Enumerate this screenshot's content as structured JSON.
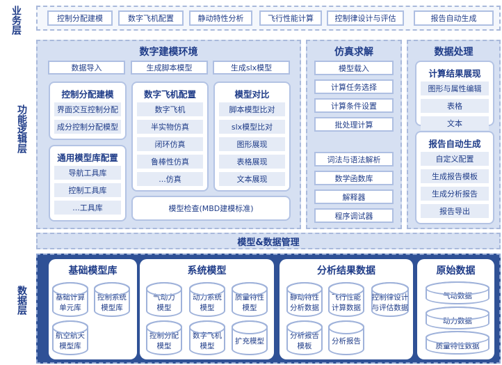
{
  "layers": {
    "business": "业务层",
    "function": "功能逻辑层",
    "data": "数据层"
  },
  "business": [
    "控制分配建模",
    "数字飞机配置",
    "静动特性分析",
    "飞行性能计算",
    "控制律设计与评估",
    "报告自动生成"
  ],
  "modeling": {
    "title": "数字建模环境",
    "top_buttons": [
      "数据导入",
      "生成脚本模型",
      "生成slx模型"
    ],
    "cards": [
      {
        "title": "控制分配建模",
        "items": [
          "界面交互控制分配",
          "成分控制分配模型"
        ]
      },
      {
        "title": "通用模型库配置",
        "items": [
          "导航工具库",
          "控制工具库",
          "...工具库"
        ]
      },
      {
        "title": "数字飞机配置",
        "items": [
          "数字飞机",
          "半实物仿真",
          "闭环仿真",
          "鲁棒性仿真",
          "...仿真"
        ]
      },
      {
        "title": "模型对比",
        "items": [
          "脚本模型比对",
          "slx模型比对",
          "图形展现",
          "表格展现",
          "文本展现"
        ]
      }
    ],
    "check": "模型检查(MBD建模标准)"
  },
  "simulation": {
    "title": "仿真求解",
    "group1": [
      "模型载入",
      "计算任务选择",
      "计算条件设置",
      "批处理计算"
    ],
    "group2": [
      "词法与语法解析",
      "数学函数库",
      "解释器",
      "程序调试器"
    ]
  },
  "processing": {
    "title": "数据处理",
    "cards": [
      {
        "title": "计算结果展现",
        "items": [
          "图形与属性编辑",
          "表格",
          "文本"
        ]
      },
      {
        "title": "报告自动生成",
        "items": [
          "自定义配置",
          "生成报告模板",
          "生成分析报告",
          "报告导出"
        ]
      }
    ]
  },
  "management": "模型&数据管理",
  "data_layer": {
    "groups": [
      {
        "title": "基础模型库",
        "items": [
          "基础计算\n单元库",
          "控制系统\n模型库",
          "航空航天\n模型库"
        ]
      },
      {
        "title": "系统模型",
        "items": [
          "气动力\n模型",
          "动力系统\n模型",
          "质量特性\n模型",
          "控制分配\n模型",
          "数字飞机\n模型",
          "扩充模型"
        ]
      },
      {
        "title": "分析结果数据",
        "items": [
          "静动特性\n分析数据",
          "飞行性能\n计算数据",
          "控制律设计\n与评估数据",
          "分析报告\n模板",
          "分析报告"
        ]
      },
      {
        "title": "原始数据",
        "items": [
          "气动数据",
          "动力数据",
          "质量特性数据"
        ]
      }
    ]
  }
}
